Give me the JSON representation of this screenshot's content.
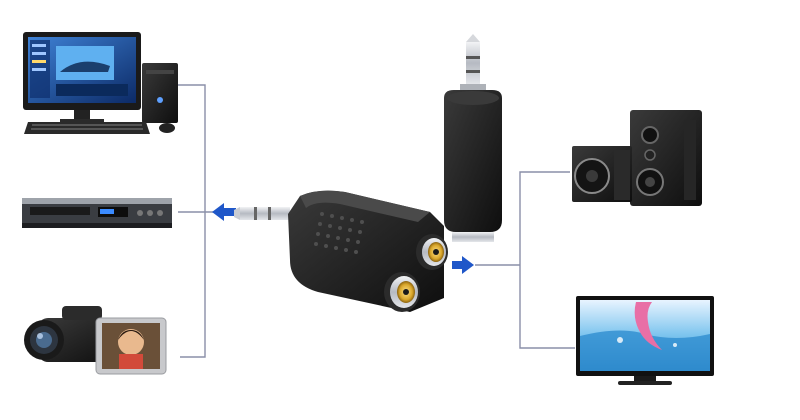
{
  "image": {
    "description_free": true,
    "colors": {
      "background": "#ffffff",
      "connector_line": "#8a8fa8",
      "arrow": "#1f57c9",
      "adapter_body": "#1b1b1b",
      "gold": "#d9a62a",
      "metal": "#c9ccd2"
    },
    "devices": {
      "left": [
        "desktop-computer",
        "dvd-player",
        "camcorder"
      ],
      "right": [
        "speaker-system",
        "lcd-tv"
      ]
    },
    "icons": [
      "left-arrow-icon",
      "right-arrow-icon"
    ]
  }
}
